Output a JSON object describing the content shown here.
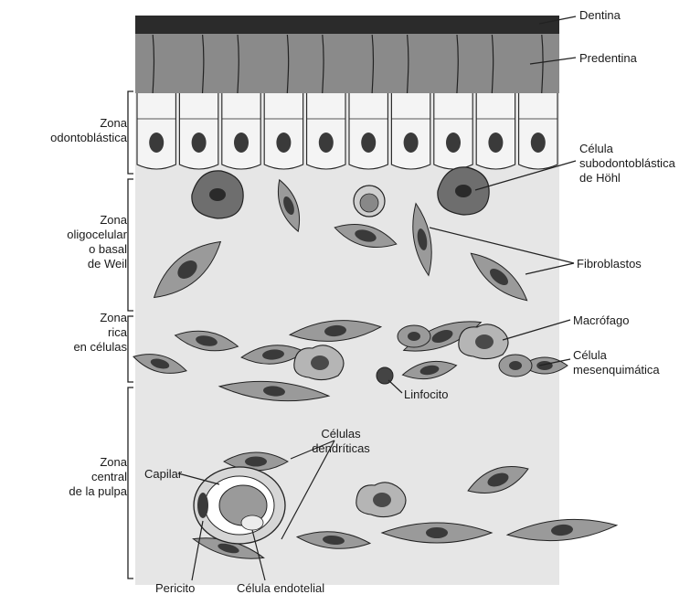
{
  "labels": {
    "dentina": "Dentina",
    "predentina": "Predentina",
    "zona_odontoblastica": [
      "Zona",
      "odontoblástica"
    ],
    "zona_oligocelular": [
      "Zona",
      "oligocelular",
      "o basal",
      "de Weil"
    ],
    "zona_rica": [
      "Zona",
      "rica",
      "en células"
    ],
    "zona_central": [
      "Zona",
      "central",
      "de la pulpa"
    ],
    "celula_hohl": [
      "Célula",
      "subodontoblástica",
      "de Höhl"
    ],
    "fibroblastos": "Fibroblastos",
    "macrofago": "Macrófago",
    "celula_mesenquimatica": [
      "Célula",
      "mesenquimática"
    ],
    "linfocito": "Linfocito",
    "celulas_dendriticas": [
      "Células",
      "dendríticas"
    ],
    "capilar": "Capilar",
    "pericito": "Pericito",
    "celula_endotelial": "Célula endotelial"
  },
  "colors": {
    "dentin": "#2b2b2b",
    "predentin": "#8a8a8a",
    "tissue": "#e6e6e6",
    "cell": "#9a9a9a",
    "nucleus": "#3a3a3a",
    "odontoblast": "#f4f4f4",
    "line": "#222222"
  }
}
